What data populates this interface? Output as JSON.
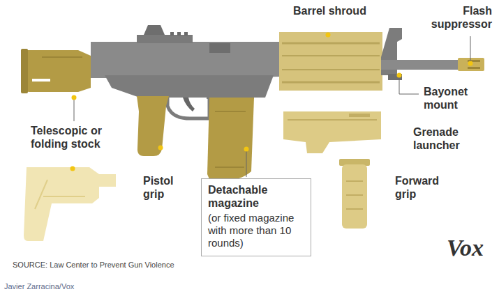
{
  "diagram": {
    "nodes": [
      {
        "text": [
          "Detachable magazine",
          "(or fixed magazine with more than 10 rounds)"
        ]
      }
    ],
    "labels": [
      "Barrel shroud",
      "Flash suppressor",
      "Bayonet mount",
      "Grenade launcher",
      "Forward grip",
      "Telescopic or folding stock",
      "Pistol grip",
      "SOURCE: Law Center to Prevent Gun Violence",
      "Vox",
      "Javier Zarracina/Vox"
    ]
  }
}
